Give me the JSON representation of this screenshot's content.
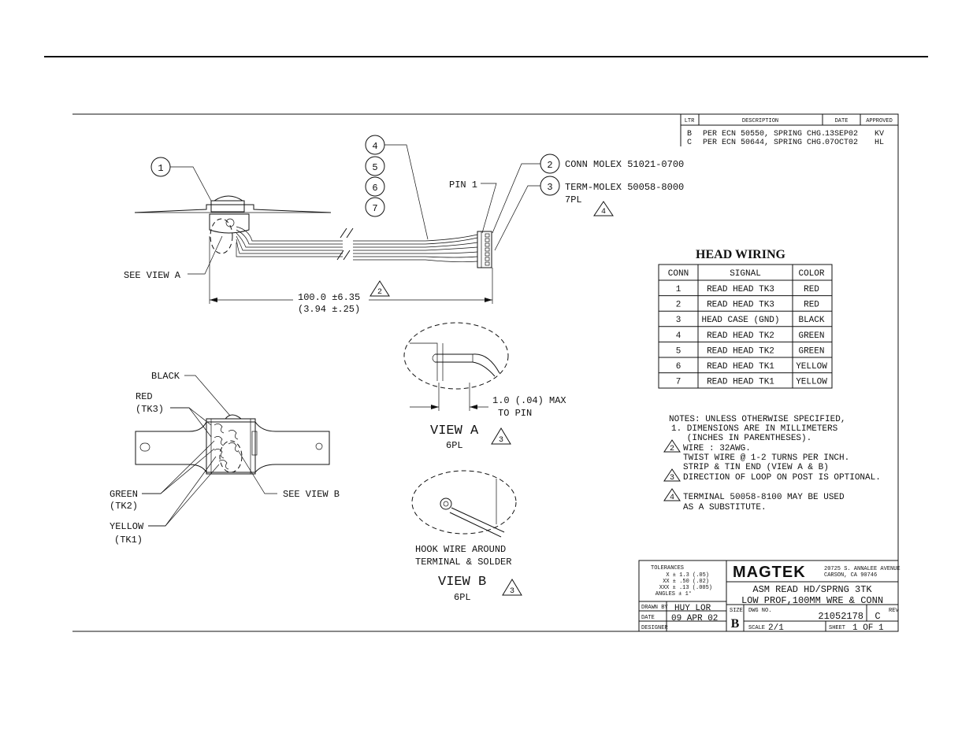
{
  "revision_block": {
    "headers": [
      "LTR",
      "DESCRIPTION",
      "DATE",
      "APPROVED"
    ],
    "rows": [
      {
        "ltr": "B",
        "desc": "PER ECN 50550, SPRING CHG.",
        "date": "13SEP02",
        "approved": "KV"
      },
      {
        "ltr": "C",
        "desc": "PER ECN 50644, SPRING CHG.",
        "date": "07OCT02",
        "approved": "HL"
      }
    ]
  },
  "balloons": [
    "1",
    "4",
    "5",
    "6",
    "7",
    "2",
    "3"
  ],
  "callouts": {
    "conn": "CONN MOLEX 51021-0700",
    "term": "TERM-MOLEX 50058-8000",
    "term_qty": "7PL",
    "pin1": "PIN 1",
    "see_view_a": "SEE VIEW A",
    "dim_mm": "100.0 ±6.35",
    "dim_in": "(3.94 ±.25)",
    "black": "BLACK",
    "red": "RED",
    "tk3": "(TK3)",
    "green": "GREEN",
    "tk2": "(TK2)",
    "yellow": "YELLOW",
    "tk1": "(TK1)",
    "see_view_b": "SEE VIEW B",
    "strip_dim_1": "1.0 (.04) MAX",
    "strip_dim_2": "TO PIN",
    "view_a": "VIEW A",
    "view_a_qty": "6PL",
    "hook_1": "HOOK WIRE AROUND",
    "hook_2": "TERMINAL & SOLDER",
    "view_b": "VIEW B",
    "view_b_qty": "6PL"
  },
  "flags": {
    "f2": "2",
    "f3": "3",
    "f4": "4"
  },
  "head_wiring": {
    "title": "HEAD WIRING",
    "headers": [
      "CONN",
      "SIGNAL",
      "COLOR"
    ],
    "rows": [
      [
        "1",
        "READ HEAD TK3",
        "RED"
      ],
      [
        "2",
        "READ HEAD TK3",
        "RED"
      ],
      [
        "3",
        "HEAD CASE (GND)",
        "BLACK"
      ],
      [
        "4",
        "READ HEAD TK2",
        "GREEN"
      ],
      [
        "5",
        "READ HEAD TK2",
        "GREEN"
      ],
      [
        "6",
        "READ HEAD TK1",
        "YELLOW"
      ],
      [
        "7",
        "READ HEAD TK1",
        "YELLOW"
      ]
    ]
  },
  "notes": [
    {
      "flag": "",
      "text": "NOTES: UNLESS OTHERWISE SPECIFIED,"
    },
    {
      "flag": "",
      "text": "1. DIMENSIONS ARE IN MILLIMETERS"
    },
    {
      "flag": "",
      "text": "   (INCHES IN PARENTHESES)."
    },
    {
      "flag": "2",
      "text": "WIRE : 32AWG."
    },
    {
      "flag": "",
      "text": "TWIST WIRE @ 1-2 TURNS PER INCH."
    },
    {
      "flag": "",
      "text": "STRIP & TIN END (VIEW A & B)"
    },
    {
      "flag": "3",
      "text": "DIRECTION OF LOOP ON POST IS OPTIONAL."
    },
    {
      "flag": "4",
      "text": "TERMINAL 50058-8100 MAY BE USED"
    },
    {
      "flag": "",
      "text": "AS A SUBSTITUTE."
    }
  ],
  "title_block": {
    "tolerances_label": "TOLERANCES",
    "tol_x": "X ± 1.3 (.05)",
    "tol_xx": "XX ± .50 (.02)",
    "tol_xxx": "XXX ± .13 (.005)",
    "tol_angles": "ANGLES ± 1°",
    "company": "MAGTEK",
    "address_1": "20725 S. ANNALEE AVENUE",
    "address_2": "CARSON, CA 90746",
    "title_1": "ASM READ HD/SPRNG 3TK",
    "title_2": "LOW PROF,100MM WRE & CONN",
    "drawn_by_label": "DRAWN BY",
    "drawn_by": "HUY LOR",
    "date_label": "DATE",
    "date": "09 APR 02",
    "designer_label": "DESIGNER",
    "size_label": "SIZE",
    "size": "B",
    "dwg_no_label": "DWG NO.",
    "dwg_no": "21052178",
    "rev_label": "REV",
    "rev": "C",
    "scale_label": "SCALE",
    "scale": "2/1",
    "sheet_label": "SHEET",
    "sheet": "1 OF 1"
  }
}
